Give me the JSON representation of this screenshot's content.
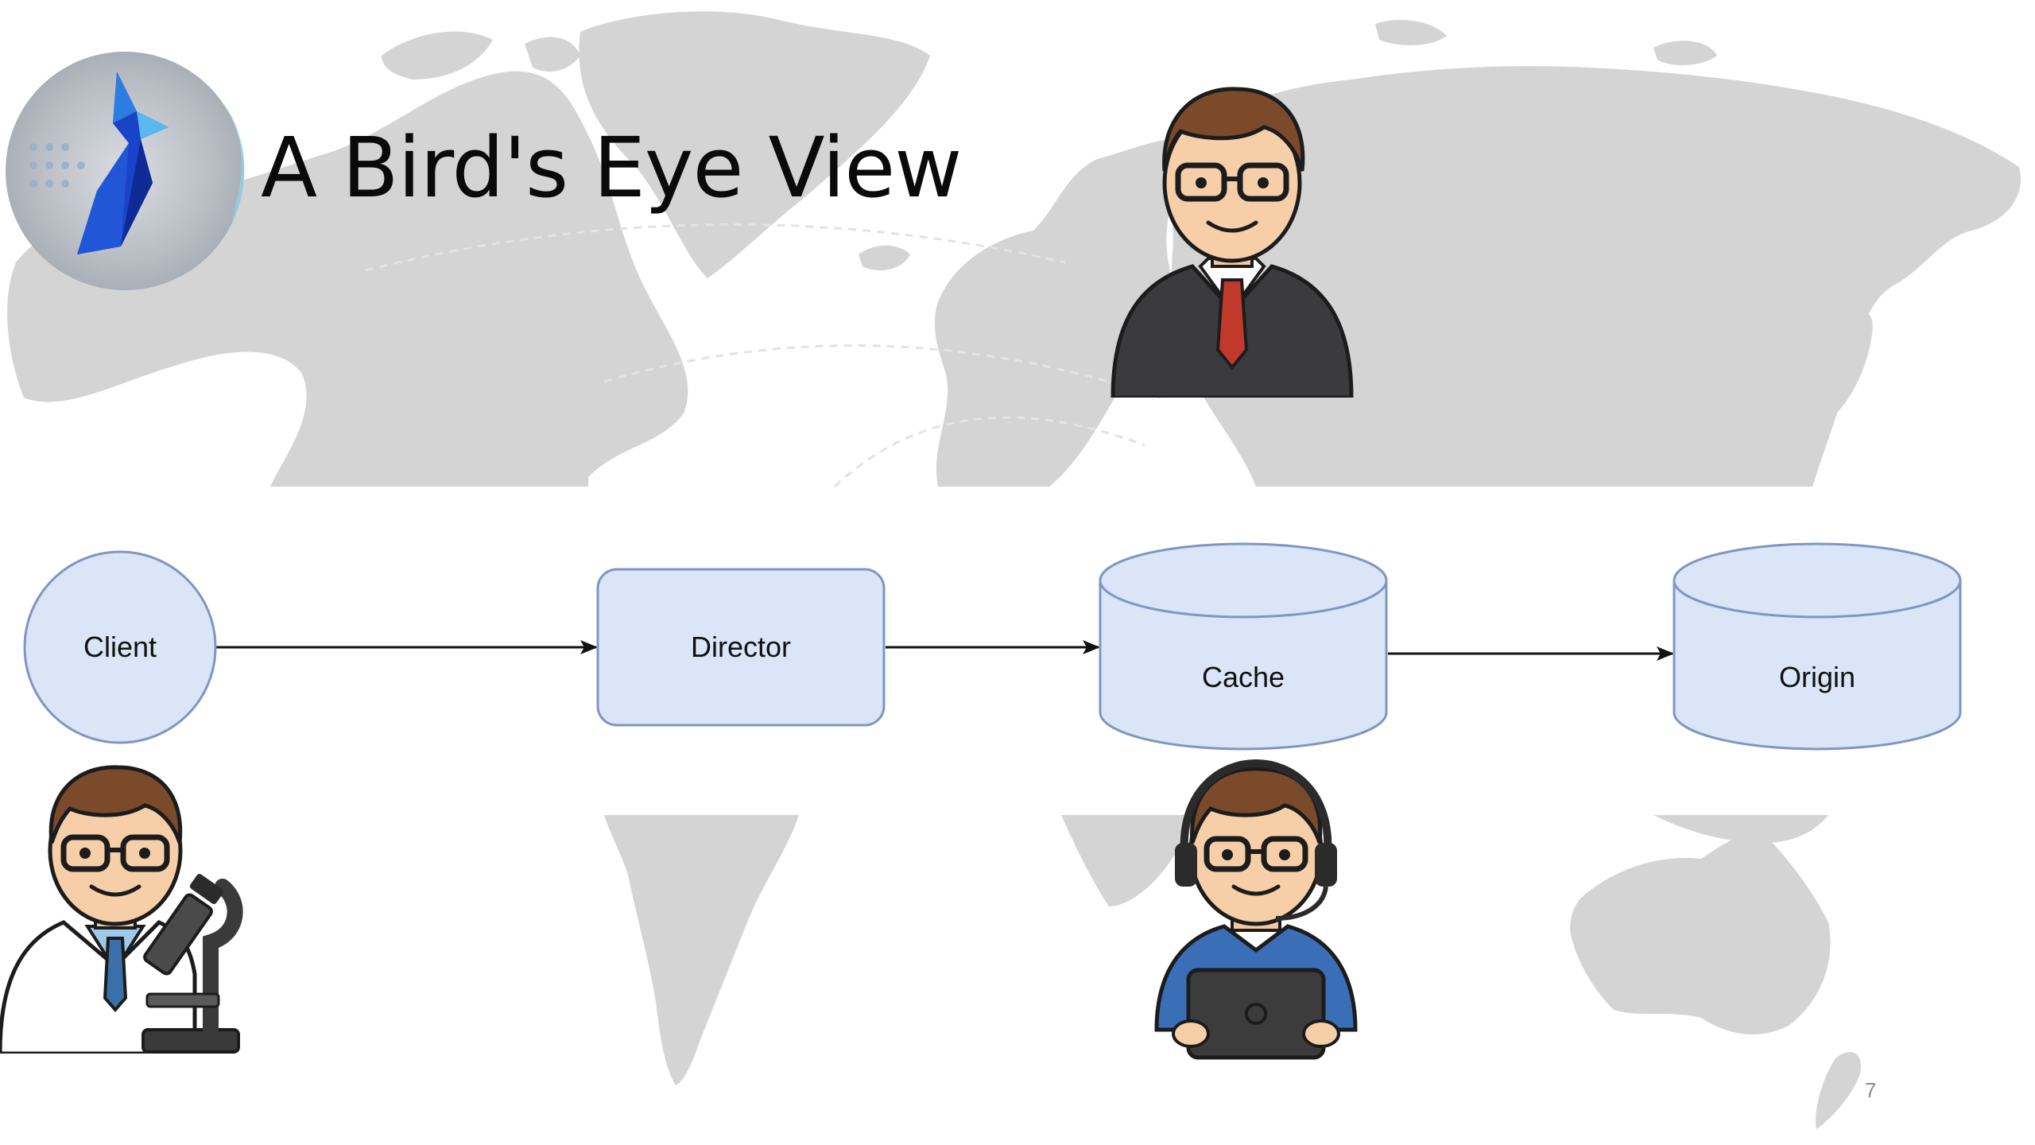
{
  "slide": {
    "title": "A Bird's Eye View",
    "page_number": "7"
  },
  "logo": {
    "icon": "pelican-logo-icon"
  },
  "diagram": {
    "nodes": [
      {
        "id": "client",
        "label": "Client",
        "shape": "circle"
      },
      {
        "id": "director",
        "label": "Director",
        "shape": "rounded-rectangle"
      },
      {
        "id": "cache",
        "label": "Cache",
        "shape": "cylinder"
      },
      {
        "id": "origin",
        "label": "Origin",
        "shape": "cylinder"
      }
    ],
    "edges": [
      {
        "from": "client",
        "to": "director"
      },
      {
        "from": "director",
        "to": "cache"
      },
      {
        "from": "cache",
        "to": "origin"
      }
    ],
    "node_fill": "#dae5f7",
    "node_stroke": "#7f96c2"
  },
  "illustrations": [
    {
      "icon": "businessman-icon"
    },
    {
      "icon": "scientist-with-microscope-icon"
    },
    {
      "icon": "support-agent-with-headset-icon"
    }
  ],
  "background": {
    "icon": "world-map-icon",
    "map_color": "#d3d3d3"
  }
}
